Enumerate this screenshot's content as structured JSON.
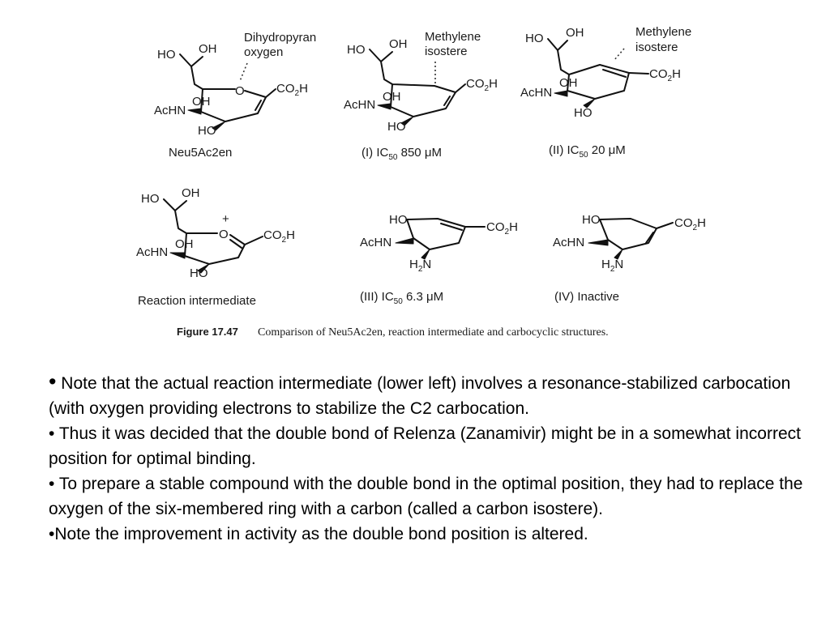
{
  "figure": {
    "structures": [
      {
        "ho": "HO",
        "oh": "OH",
        "oh_ring": "OH",
        "achn": "AcHN",
        "ho_bottom": "HO",
        "ring_o": "O",
        "co2h": [
          "CO",
          "2",
          "H"
        ],
        "annotation": [
          "Dihydropyran",
          "oxygen"
        ],
        "label": "Neu5Ac2en"
      },
      {
        "ho": "HO",
        "oh": "OH",
        "oh_ring": "OH",
        "achn": "AcHN",
        "ho_bottom": "HO",
        "co2h": [
          "CO",
          "2",
          "H"
        ],
        "annotation": [
          "Methylene",
          "isostere"
        ],
        "label": [
          "(I) IC",
          "50",
          " 850 μM"
        ]
      },
      {
        "ho": "HO",
        "oh": "OH",
        "oh_ring": "OH",
        "achn": "AcHN",
        "ho_bottom": "HO",
        "co2h": [
          "CO",
          "2",
          "H"
        ],
        "annotation": [
          "Methylene",
          "isostere"
        ],
        "label": [
          "(II) IC",
          "50",
          " 20 μM"
        ]
      },
      {
        "ho": "HO",
        "oh": "OH",
        "oh_ring": "OH",
        "achn": "AcHN",
        "ho_bottom": "HO",
        "ring_o": "O",
        "charge": "+",
        "co2h": [
          "CO",
          "2",
          "H"
        ],
        "label": "Reaction intermediate"
      },
      {
        "ho": "HO",
        "achn": "AcHN",
        "h2n": [
          "H",
          "2",
          "N"
        ],
        "co2h": [
          "CO",
          "2",
          "H"
        ],
        "label": [
          "(III) IC",
          "50",
          " 6.3 μM"
        ]
      },
      {
        "ho": "HO",
        "achn": "AcHN",
        "h2n": [
          "H",
          "2",
          "N"
        ],
        "co2h": [
          "CO",
          "2",
          "H"
        ],
        "label": "(IV) Inactive"
      }
    ],
    "caption": {
      "number": "Figure 17.47",
      "text": "Comparison of Neu5Ac2en, reaction intermediate and carbocyclic structures."
    }
  },
  "bullets": [
    {
      "marker": "•",
      "text": " Note that the actual reaction intermediate (lower left) involves a resonance-stabilized carbocation (with oxygen providing electrons to stabilize the C2 carbocation."
    },
    {
      "marker": "•",
      "text": " Thus it was decided that the double bond of Relenza (Zanamivir) might be in a somewhat incorrect position for optimal binding."
    },
    {
      "marker": "•",
      "text": " To prepare a stable compound with the double bond in the optimal position, they had to replace the oxygen of the six-membered ring with a carbon (called a carbon isostere)."
    },
    {
      "marker": "•",
      "text": "Note the improvement in activity as the double bond position is altered."
    }
  ]
}
